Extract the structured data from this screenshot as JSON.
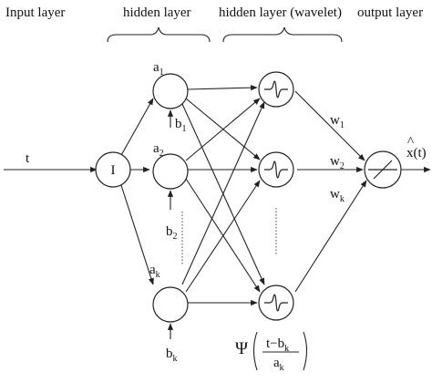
{
  "headers": {
    "input": "Input layer",
    "hidden": "hidden layer",
    "wavelet": "hidden layer (wavelet)",
    "output": "output layer"
  },
  "input": {
    "var": "t",
    "node": "I"
  },
  "hidden": [
    {
      "a_base": "a",
      "a_sub": "1",
      "b_base": "b",
      "b_sub": "1"
    },
    {
      "a_base": "a",
      "a_sub": "2",
      "b_base": "b",
      "b_sub": "2"
    },
    {
      "a_base": "a",
      "a_sub": "k",
      "b_base": "b",
      "b_sub": "k"
    }
  ],
  "weights": [
    {
      "base": "w",
      "sub": "1"
    },
    {
      "base": "w",
      "sub": "2"
    },
    {
      "base": "w",
      "sub": "k"
    }
  ],
  "output": {
    "label": "x(t)",
    "hat": "^"
  },
  "psi": {
    "symbol": "Ψ",
    "numerator_base": "t−b",
    "numerator_sub": "k",
    "denominator_base": "a",
    "denominator_sub": "k"
  }
}
